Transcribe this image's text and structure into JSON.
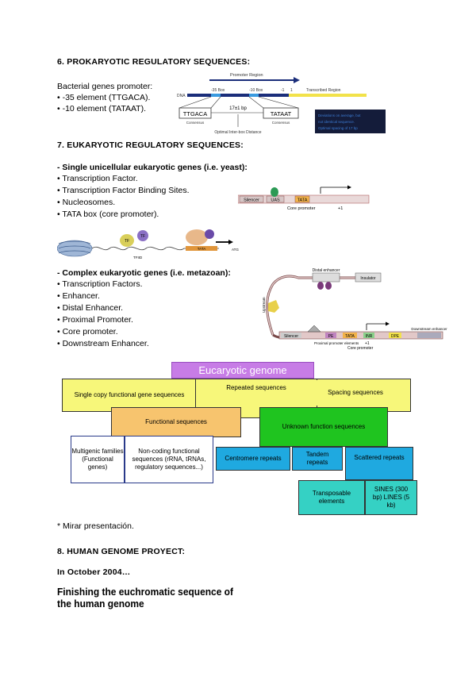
{
  "s6": {
    "heading": "6. PROKARYOTIC REGULATORY SEQUENCES:",
    "intro": "Bacterial genes promoter:",
    "bullets": [
      "• -35 element (TTGACA).",
      "• -10 element (TATAAT)."
    ]
  },
  "prok_fig": {
    "promoter_region": "Promoter Region",
    "box35": "-35 Box",
    "box10": "-10 Box",
    "m1": "-1",
    "p1": "1",
    "transcribed": "Transcribed Region",
    "dna": "DNA",
    "seq35": "TTGACA",
    "seq10": "TATAAT",
    "consensus1": "Consensus",
    "consensus2": "Consensus",
    "spacing": "17±1 bp",
    "optimal": "Optimal Inter-box Distance",
    "note": [
      "Deviations on average, but",
      "not identical sequence.",
      "Optimal spacing of 17 bp"
    ]
  },
  "s7": {
    "heading": "7. EUKARYOTIC REGULATORY SEQUENCES:",
    "single_title": "Single unicellular eukaryotic genes (i.e. yeast):",
    "single_items": [
      "• Transcription Factor.",
      "• Transcription Factor Binding Sites.",
      "• Nucleosomes.",
      "• TATA box (core promoter)."
    ],
    "complex_title": "Complex eukaryotic genes (i.e. metazoan):",
    "complex_items": [
      "• Transcription Factors.",
      "• Enhancer.",
      "• Distal Enhancer.",
      "• Proximal Promoter.",
      "• Core promoter.",
      "• Downstream Enhancer."
    ]
  },
  "yeast_fig": {
    "silencer": "Silencer",
    "uas": "UAS",
    "tata": "TATA",
    "core": "Core promoter",
    "plus1": "+1"
  },
  "nuc_fig": {
    "tf": "TF",
    "tf2": "TF",
    "bottom": "TFIID",
    "tata": "TATA",
    "atg": "ATG"
  },
  "metazoan_fig": {
    "distal": "Distal enhancer",
    "insulator": "Insulator",
    "upstream": "Upstream",
    "silencer": "Silencer",
    "pe": "PE",
    "tata": "TATA",
    "inr": "INR",
    "dpe": "DPE",
    "downstream": "Downstream enhancer",
    "prox": "Proximal promoter elements",
    "core": "Core promoter",
    "plus1": "+1"
  },
  "genome": {
    "title": "Eucaryotic genome",
    "single_copy": "Single copy functional gene sequences",
    "repeated": "Repeated sequences",
    "spacing": "Spacing sequences",
    "functional": "Functional sequences",
    "unknown": "Unknown function sequences",
    "multigenic": "Multigenic families (Functional genes)",
    "noncoding": "Non-coding functional sequences (rRNA, tRNAs, regulatory sequences...)",
    "centromere": "Centromere repeats",
    "tandem": "Tandem repeats",
    "scattered": "Scattered repeats",
    "transposable": "Transposable elements",
    "sines": "SINES (300 bp) LINES (5 kb)",
    "colors": {
      "title": "#c77ce6",
      "yellow": "#f7f77a",
      "orange": "#f7c46e",
      "green": "#1fc41f",
      "blue": "#1fa9e0",
      "teal": "#35d1c4"
    }
  },
  "note": "* Mirar presentación.",
  "s8": {
    "heading": "8. HUMAN GENOME PROYECT:",
    "date": "In October 2004…",
    "title_line1": "Finishing the euchromatic sequence of",
    "title_line2": "the human genome"
  }
}
